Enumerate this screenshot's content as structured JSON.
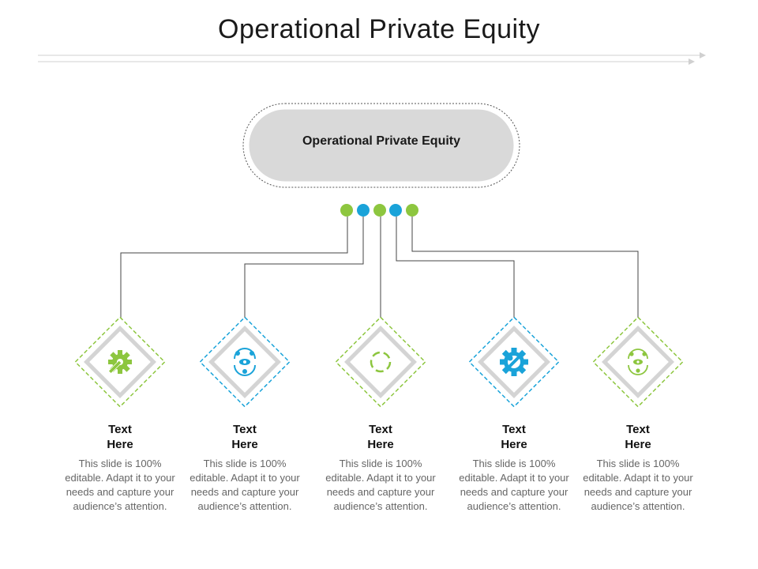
{
  "title": "Operational Private Equity",
  "hub": {
    "label": "Operational Private Equity"
  },
  "colors": {
    "green": "#8dc63f",
    "blue": "#1aa3d9",
    "line": "#444444",
    "hub_fill": "#d9d9d9"
  },
  "items": [
    {
      "heading_line1": "Text",
      "heading_line2": "Here",
      "body": "This slide is 100% editable. Adapt it to your needs and capture your audience’s attention.",
      "color": "green",
      "icon": "wrench-gear-icon"
    },
    {
      "heading_line1": "Text",
      "heading_line2": "Here",
      "body": "This slide is 100% editable. Adapt it to your needs and capture your audience’s attention.",
      "color": "blue",
      "icon": "people-cycle-icon"
    },
    {
      "heading_line1": "Text",
      "heading_line2": "Here",
      "body": "This slide is 100% editable. Adapt it to your needs and capture your audience’s attention.",
      "color": "green",
      "icon": "cycle-arrows-icon"
    },
    {
      "heading_line1": "Text",
      "heading_line2": "Here",
      "body": "This slide is 100% editable. Adapt it to your needs and capture your audience’s attention.",
      "color": "blue",
      "icon": "gear-wrench-icon"
    },
    {
      "heading_line1": "Text",
      "heading_line2": "Here",
      "body": "This slide is 100% editable. Adapt it to your needs and capture your audience’s attention.",
      "color": "green",
      "icon": "team-cycle-icon"
    }
  ]
}
